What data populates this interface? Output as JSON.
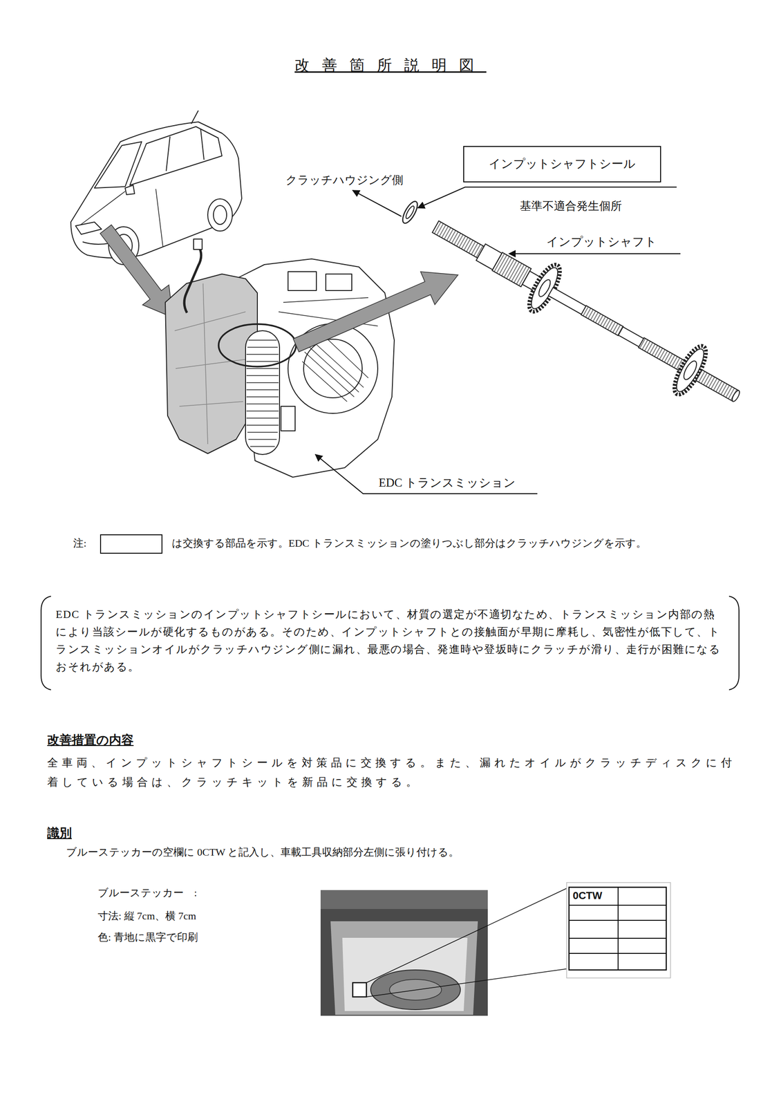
{
  "diagram": {
    "title": "改善箇所説明図",
    "nodes": [
      {
        "text": [
          "インプットシャフトシール"
        ]
      },
      {
        "text": [
          "0CTW"
        ]
      }
    ],
    "labels": [
      "クラッチハウジング側",
      "基準不適合発生個所",
      "インプットシャフト",
      "EDC トランスミッション",
      "注:",
      "EDC トランスミッションのインプットシャフトシールにおいて、材質の選定が不適切なため、トランスミッション内部の熱により当該シールが硬化するものがある。そのため、インプットシャフトとの接触面が早期に摩耗し、気密性が低下して、トランスミッションオイルがクラッチハウジング側に漏れ、最悪の場合、発進時や登坂時にクラッチが滑り、走行が困難になるおそれがある。",
      "改善措置の内容",
      "全車両、インプットシャフトシールを対策品に交換する。また、漏れたオイルがクラッチディスクに付着している場合は、クラッチキットを新品に交換する。",
      "識別",
      "ブルーステッカーの空欄に 0CTW と記入し、車載工具収納部分左側に張り付ける。",
      "ブルーステッカー　:",
      "寸法: 縦 7cm、横 7cm",
      "色: 青地に黒字で印刷"
    ],
    "legend": [
      {
        "text": "は交換する部品を示す。EDC トランスミッションの塗りつぶし部分はクラッチハウジングを示す。"
      }
    ]
  }
}
